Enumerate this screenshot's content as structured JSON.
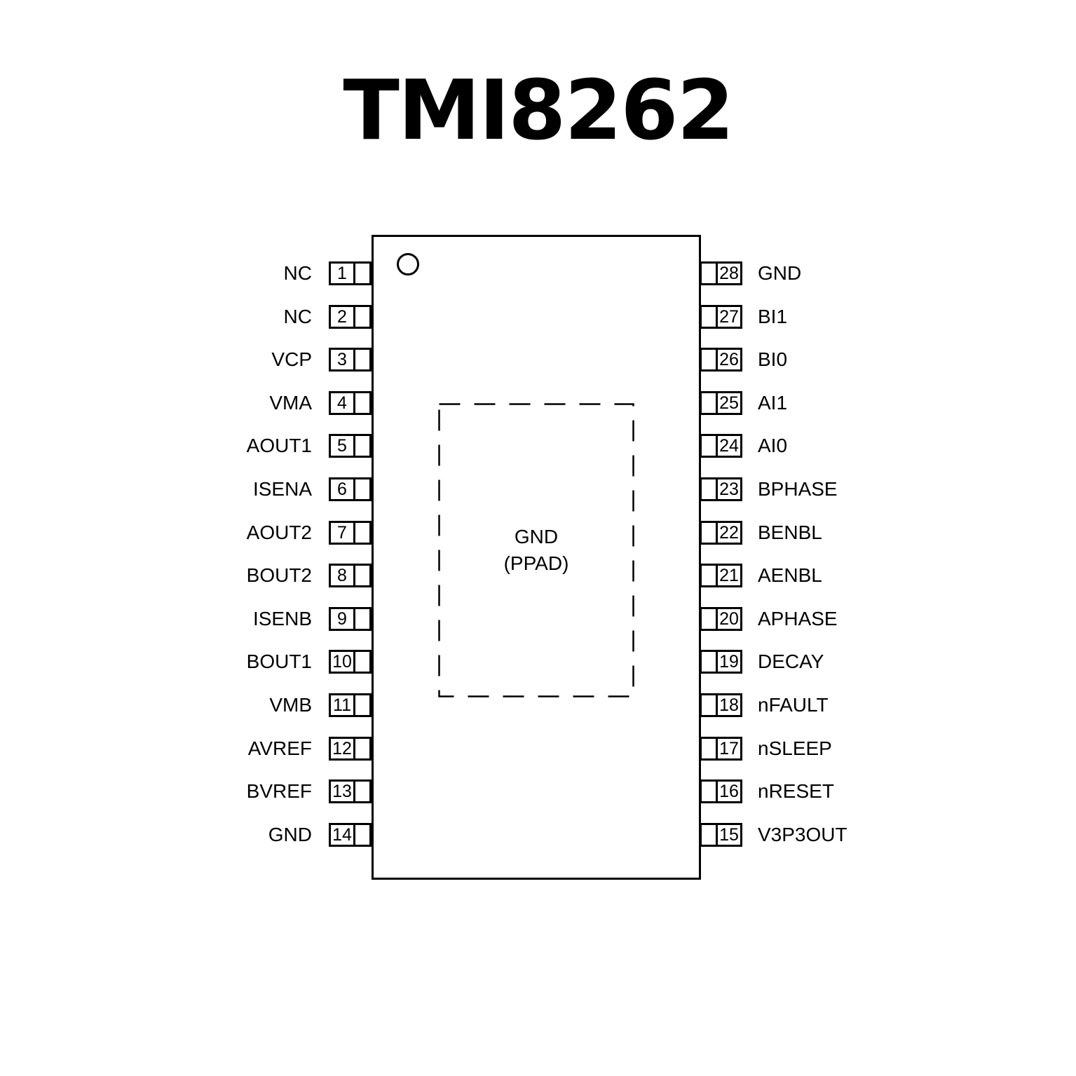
{
  "title": "TMI8262",
  "chip": {
    "ppad": {
      "line1": "GND",
      "line2": "(PPAD)"
    },
    "left_pins": [
      {
        "number": "1",
        "label": "NC"
      },
      {
        "number": "2",
        "label": "NC"
      },
      {
        "number": "3",
        "label": "VCP"
      },
      {
        "number": "4",
        "label": "VMA"
      },
      {
        "number": "5",
        "label": "AOUT1"
      },
      {
        "number": "6",
        "label": "ISENA"
      },
      {
        "number": "7",
        "label": "AOUT2"
      },
      {
        "number": "8",
        "label": "BOUT2"
      },
      {
        "number": "9",
        "label": "ISENB"
      },
      {
        "number": "10",
        "label": "BOUT1"
      },
      {
        "number": "11",
        "label": "VMB"
      },
      {
        "number": "12",
        "label": "AVREF"
      },
      {
        "number": "13",
        "label": "BVREF"
      },
      {
        "number": "14",
        "label": "GND"
      }
    ],
    "right_pins": [
      {
        "number": "28",
        "label": "GND"
      },
      {
        "number": "27",
        "label": "BI1"
      },
      {
        "number": "26",
        "label": "BI0"
      },
      {
        "number": "25",
        "label": "AI1"
      },
      {
        "number": "24",
        "label": "AI0"
      },
      {
        "number": "23",
        "label": "BPHASE"
      },
      {
        "number": "22",
        "label": "BENBL"
      },
      {
        "number": "21",
        "label": "AENBL"
      },
      {
        "number": "20",
        "label": "APHASE"
      },
      {
        "number": "19",
        "label": "DECAY"
      },
      {
        "number": "18",
        "label": "nFAULT"
      },
      {
        "number": "17",
        "label": "nSLEEP"
      },
      {
        "number": "16",
        "label": "nRESET"
      },
      {
        "number": "15",
        "label": "V3P3OUT"
      }
    ],
    "line_color": "#000000",
    "background_color": "#ffffff"
  }
}
